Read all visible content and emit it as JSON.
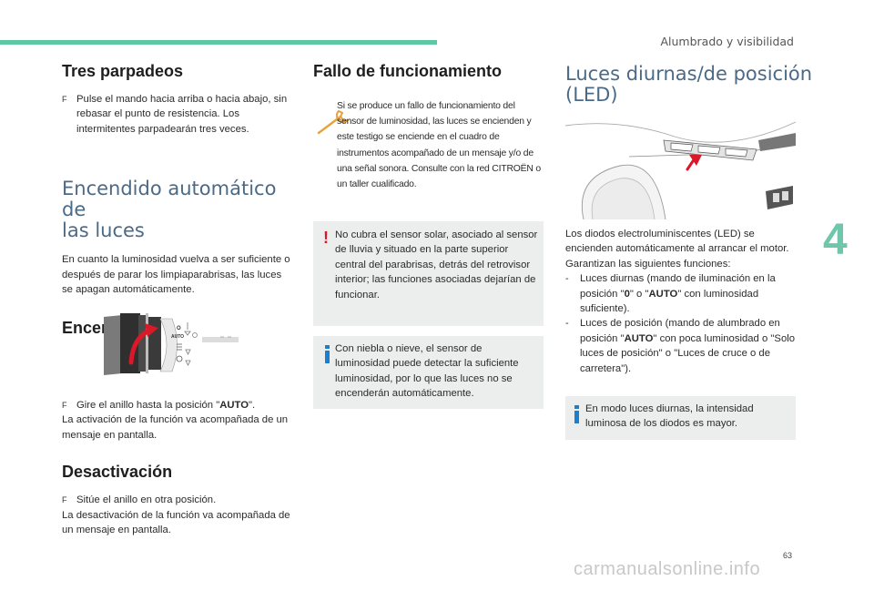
{
  "header": {
    "section_title": "Alumbrado y visibilidad"
  },
  "col1": {
    "tres": {
      "title": "Tres parpadeos",
      "bullet_mark": "F",
      "bullet": "Pulse el mando hacia arriba o hacia abajo, sin rebasar el punto de resistencia. Los intermitentes parpadearán tres veces."
    },
    "auto": {
      "title_line1": "Encendido automático de",
      "title_line2": "las luces",
      "body": "En cuanto la luminosidad vuelva a ser suficiente o después de parar los limpiaparabrisas, las luces se apagan automáticamente."
    },
    "encendido": {
      "title": "Encendido",
      "bullet_mark": "F",
      "bullet_prefix": "Gire el anillo hasta la posición \"",
      "bullet_bold": "AUTO",
      "bullet_suffix": "\".",
      "body": "La activación de la función va acompañada de un mensaje en pantalla.",
      "image_labels": {
        "zero": "O",
        "auto": "AUTO"
      }
    },
    "desactivacion": {
      "title": "Desactivación",
      "bullet_mark": "F",
      "bullet": "Sitúe el anillo en otra posición.",
      "body": "La desactivación de la función va acompañada de un mensaje en pantalla."
    }
  },
  "col2": {
    "title": "Fallo de funcionamiento",
    "fault_text": "Si se produce un fallo de funcionamiento del sensor de luminosidad, las luces se encienden y este testigo se enciende en el cuadro de instrumentos acompañado de un mensaje y/o de una señal sonora. Consulte con la red CITROËN o un taller cualificado.",
    "warning_mark": "!",
    "warning_box": "No cubra el sensor solar, asociado al sensor de lluvia y situado en la parte superior central del parabrisas, detrás del retrovisor interior; las funciones asociadas dejarían de funcionar.",
    "info_box": "Con niebla o nieve, el sensor de luminosidad puede detectar la suficiente luminosidad, por lo que las luces no se encenderán automáticamente."
  },
  "col3": {
    "title_line1": "Luces diurnas/de posición",
    "title_line2": "(LED)",
    "intro": "Los diodos electroluminiscentes (LED) se encienden automáticamente al arrancar el motor.",
    "functions_lead": "Garantizan las siguientes funciones:",
    "item1_prefix": "Luces diurnas (mando de iluminación en la posición \"",
    "item1_b1": "0",
    "item1_mid": "\" o \"",
    "item1_b2": "AUTO",
    "item1_suffix": "\" con luminosidad suficiente).",
    "item2_prefix": "Luces de posición (mando de alumbrado en posición \"",
    "item2_b": "AUTO",
    "item2_suffix": "\" con poca luminosidad o \"Solo luces de posición\" o \"Luces de cruce o de carretera\").",
    "dash": "-",
    "info_box": "En modo luces diurnas, la intensidad luminosa de los diodos es mayor."
  },
  "footer": {
    "chapter": "4",
    "page": "63",
    "watermark": "carmanualsonline.info"
  },
  "colors": {
    "accent_green": "#5fc6a6",
    "heading_blue": "#4a6a88",
    "warning_red": "#d9192a",
    "info_blue": "#1a7fd0",
    "wrench_orange": "#e8a33a",
    "box_grey": "#eceded"
  }
}
